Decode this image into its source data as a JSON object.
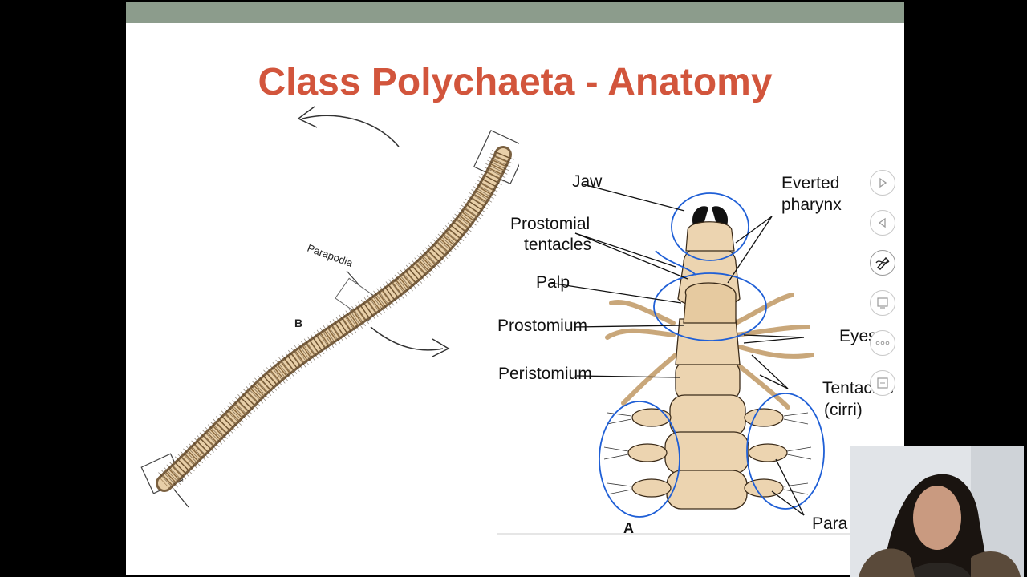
{
  "slide": {
    "title": "Class Polychaeta - Anatomy",
    "figure_b": {
      "label_parapodia": "Parapodia",
      "panel_letter": "B"
    },
    "figure_a": {
      "labels": {
        "jaw": "Jaw",
        "everted_pharynx_line1": "Everted",
        "everted_pharynx_line2": "pharynx",
        "prostomial_tentacles_line1": "Prostomial",
        "prostomial_tentacles_line2": "tentacles",
        "palp": "Palp",
        "prostomium": "Prostomium",
        "eyes": "Eyes",
        "peristomium": "Peristomium",
        "tentacles_line1": "Tentacles",
        "tentacles_line2": "(cirri)",
        "parapodia_partial": "Para"
      },
      "panel_letter": "A"
    }
  },
  "controls": [
    {
      "name": "next-slide",
      "icon": "play-right-icon"
    },
    {
      "name": "previous-slide",
      "icon": "play-left-icon"
    },
    {
      "name": "pen-tool",
      "icon": "pen-icon"
    },
    {
      "name": "see-all-slides",
      "icon": "slides-grid-icon"
    },
    {
      "name": "more-options",
      "icon": "ellipsis-icon"
    },
    {
      "name": "zoom",
      "icon": "zoom-icon"
    }
  ],
  "colors": {
    "title": "#d2553c",
    "top_bar": "#8c9c8c",
    "annotation_ink": "#1f5fd6",
    "worm_body": "#e8cfa8",
    "worm_shadow": "#b08a5a"
  }
}
